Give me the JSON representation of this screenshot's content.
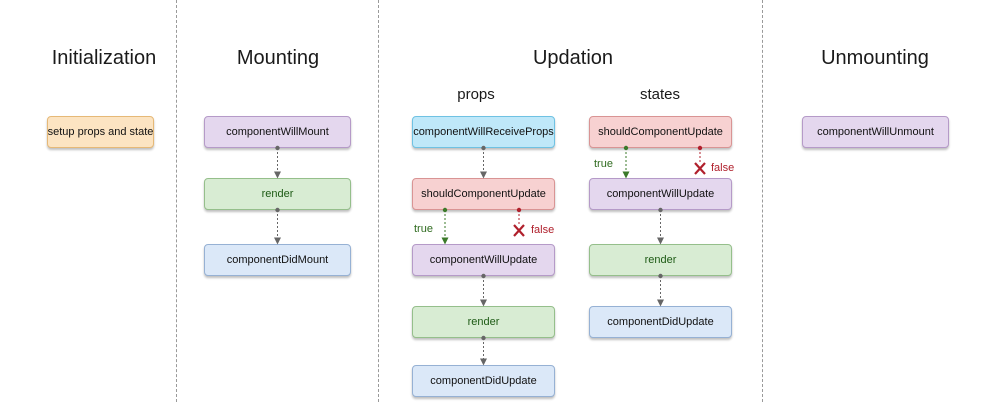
{
  "phases": {
    "initialization": "Initialization",
    "mounting": "Mounting",
    "updation": "Updation",
    "unmounting": "Unmounting"
  },
  "updation_groups": {
    "props": "props",
    "states": "states"
  },
  "initialization_boxes": {
    "setup": "setup props and state"
  },
  "mounting_boxes": {
    "will_mount": "componentWillMount",
    "render": "render",
    "did_mount": "componentDidMount"
  },
  "props_boxes": {
    "will_receive_props": "componentWillReceiveProps",
    "should_update": "shouldComponentUpdate",
    "will_update": "componentWillUpdate",
    "render": "render",
    "did_update": "componentDidUpdate"
  },
  "states_boxes": {
    "should_update": "shouldComponentUpdate",
    "will_update": "componentWillUpdate",
    "render": "render",
    "did_update": "componentDidUpdate"
  },
  "unmounting_boxes": {
    "will_unmount": "componentWillUnmount"
  },
  "branch_labels": {
    "true": "true",
    "false": "false"
  },
  "colors": {
    "lifecycle_hook": "#e4d7ee",
    "render": "#d8ecd3",
    "did_hook": "#dbe8f8",
    "setup": "#fce4c2",
    "receive_props": "#bfe8f9",
    "should_update": "#f7d1d1",
    "true_branch": "#2f6b1f",
    "false_branch": "#b0202c"
  }
}
